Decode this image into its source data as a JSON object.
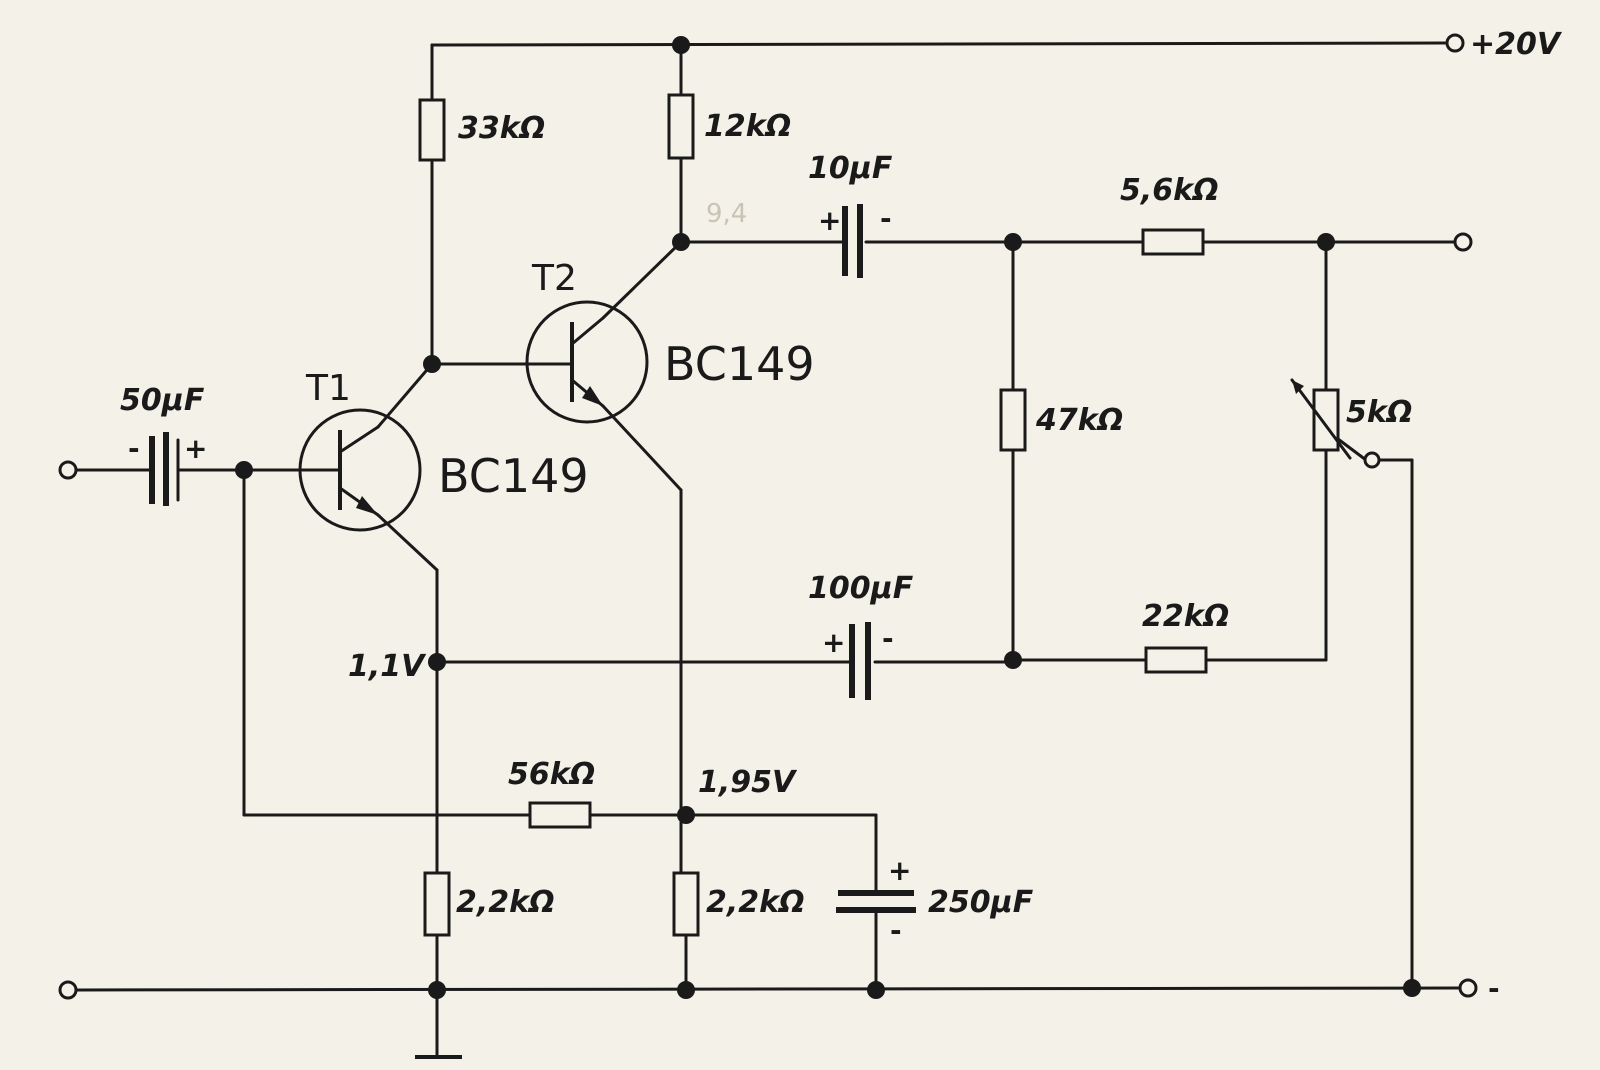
{
  "supply": {
    "label": "+20V"
  },
  "ground_terminal": {
    "label": "-"
  },
  "transistors": [
    {
      "id": "T1",
      "type": "BC149"
    },
    {
      "id": "T2",
      "type": "BC149"
    }
  ],
  "resistors": {
    "r_33k": "33kΩ",
    "r_12k": "12kΩ",
    "r_5_6k": "5,6kΩ",
    "r_47k": "47kΩ",
    "r_5k_pot": "5kΩ",
    "r_22k": "22kΩ",
    "r_56k": "56kΩ",
    "r_2_2k_a": "2,2kΩ",
    "r_2_2k_b": "2,2kΩ"
  },
  "capacitors": {
    "c_50u": "50μF",
    "c_10u": "10μF",
    "c_100u": "100μF",
    "c_250u": "250μF"
  },
  "voltages": {
    "emitter_t1": "1,1V",
    "emitter_t2": "1,95V"
  },
  "polarity": {
    "plus": "+",
    "minus": "-"
  },
  "pencil_note": "9,4"
}
